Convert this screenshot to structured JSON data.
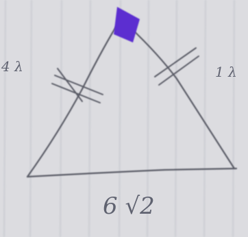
{
  "diagram": {
    "left_side_label": "4 λ",
    "right_side_label": "1 λ",
    "base_label": "6 √2",
    "tick_marks_left": 2,
    "tick_marks_right": 2,
    "apex_marker": "filled-square",
    "colors": {
      "paper": "#dcdce0",
      "rule_lines": "#c4c6cd",
      "pencil": "#5a5c66",
      "apex_marker": "#5b2fd0"
    }
  }
}
